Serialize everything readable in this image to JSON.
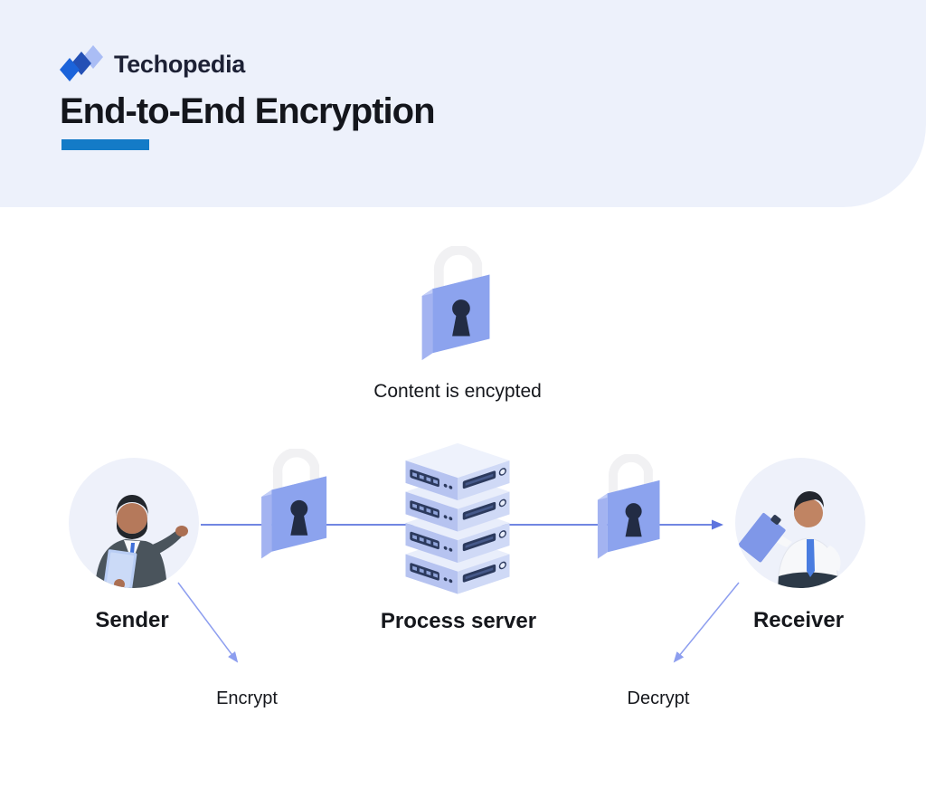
{
  "brand": {
    "name": "Techopedia"
  },
  "page": {
    "title": "End-to-End Encryption"
  },
  "diagram": {
    "content_label": "Content is encypted",
    "sender_label": "Sender",
    "server_label": "Process server",
    "receiver_label": "Receiver",
    "encrypt_label": "Encrypt",
    "decrypt_label": "Decrypt"
  },
  "colors": {
    "header_bg": "#edf1fb",
    "accent_bar": "#147bc7",
    "brand_navy": "#1d2135",
    "text_dark": "#15171c",
    "lock_body": "#8ca3ee",
    "lock_side": "#a3b3f1",
    "lock_top": "#c3cef7",
    "shackle": "#f1f1f3",
    "keyhole": "#222c44",
    "arrow_main": "#5d74de",
    "arrow_light": "#8d9eef",
    "server_left_face": "#b6c3f0",
    "server_right_face": "#cfd9f6",
    "server_top_face": "#eef2fc",
    "server_panel": "#2c3a5e",
    "person_circle_bg": "#eef1fa"
  }
}
